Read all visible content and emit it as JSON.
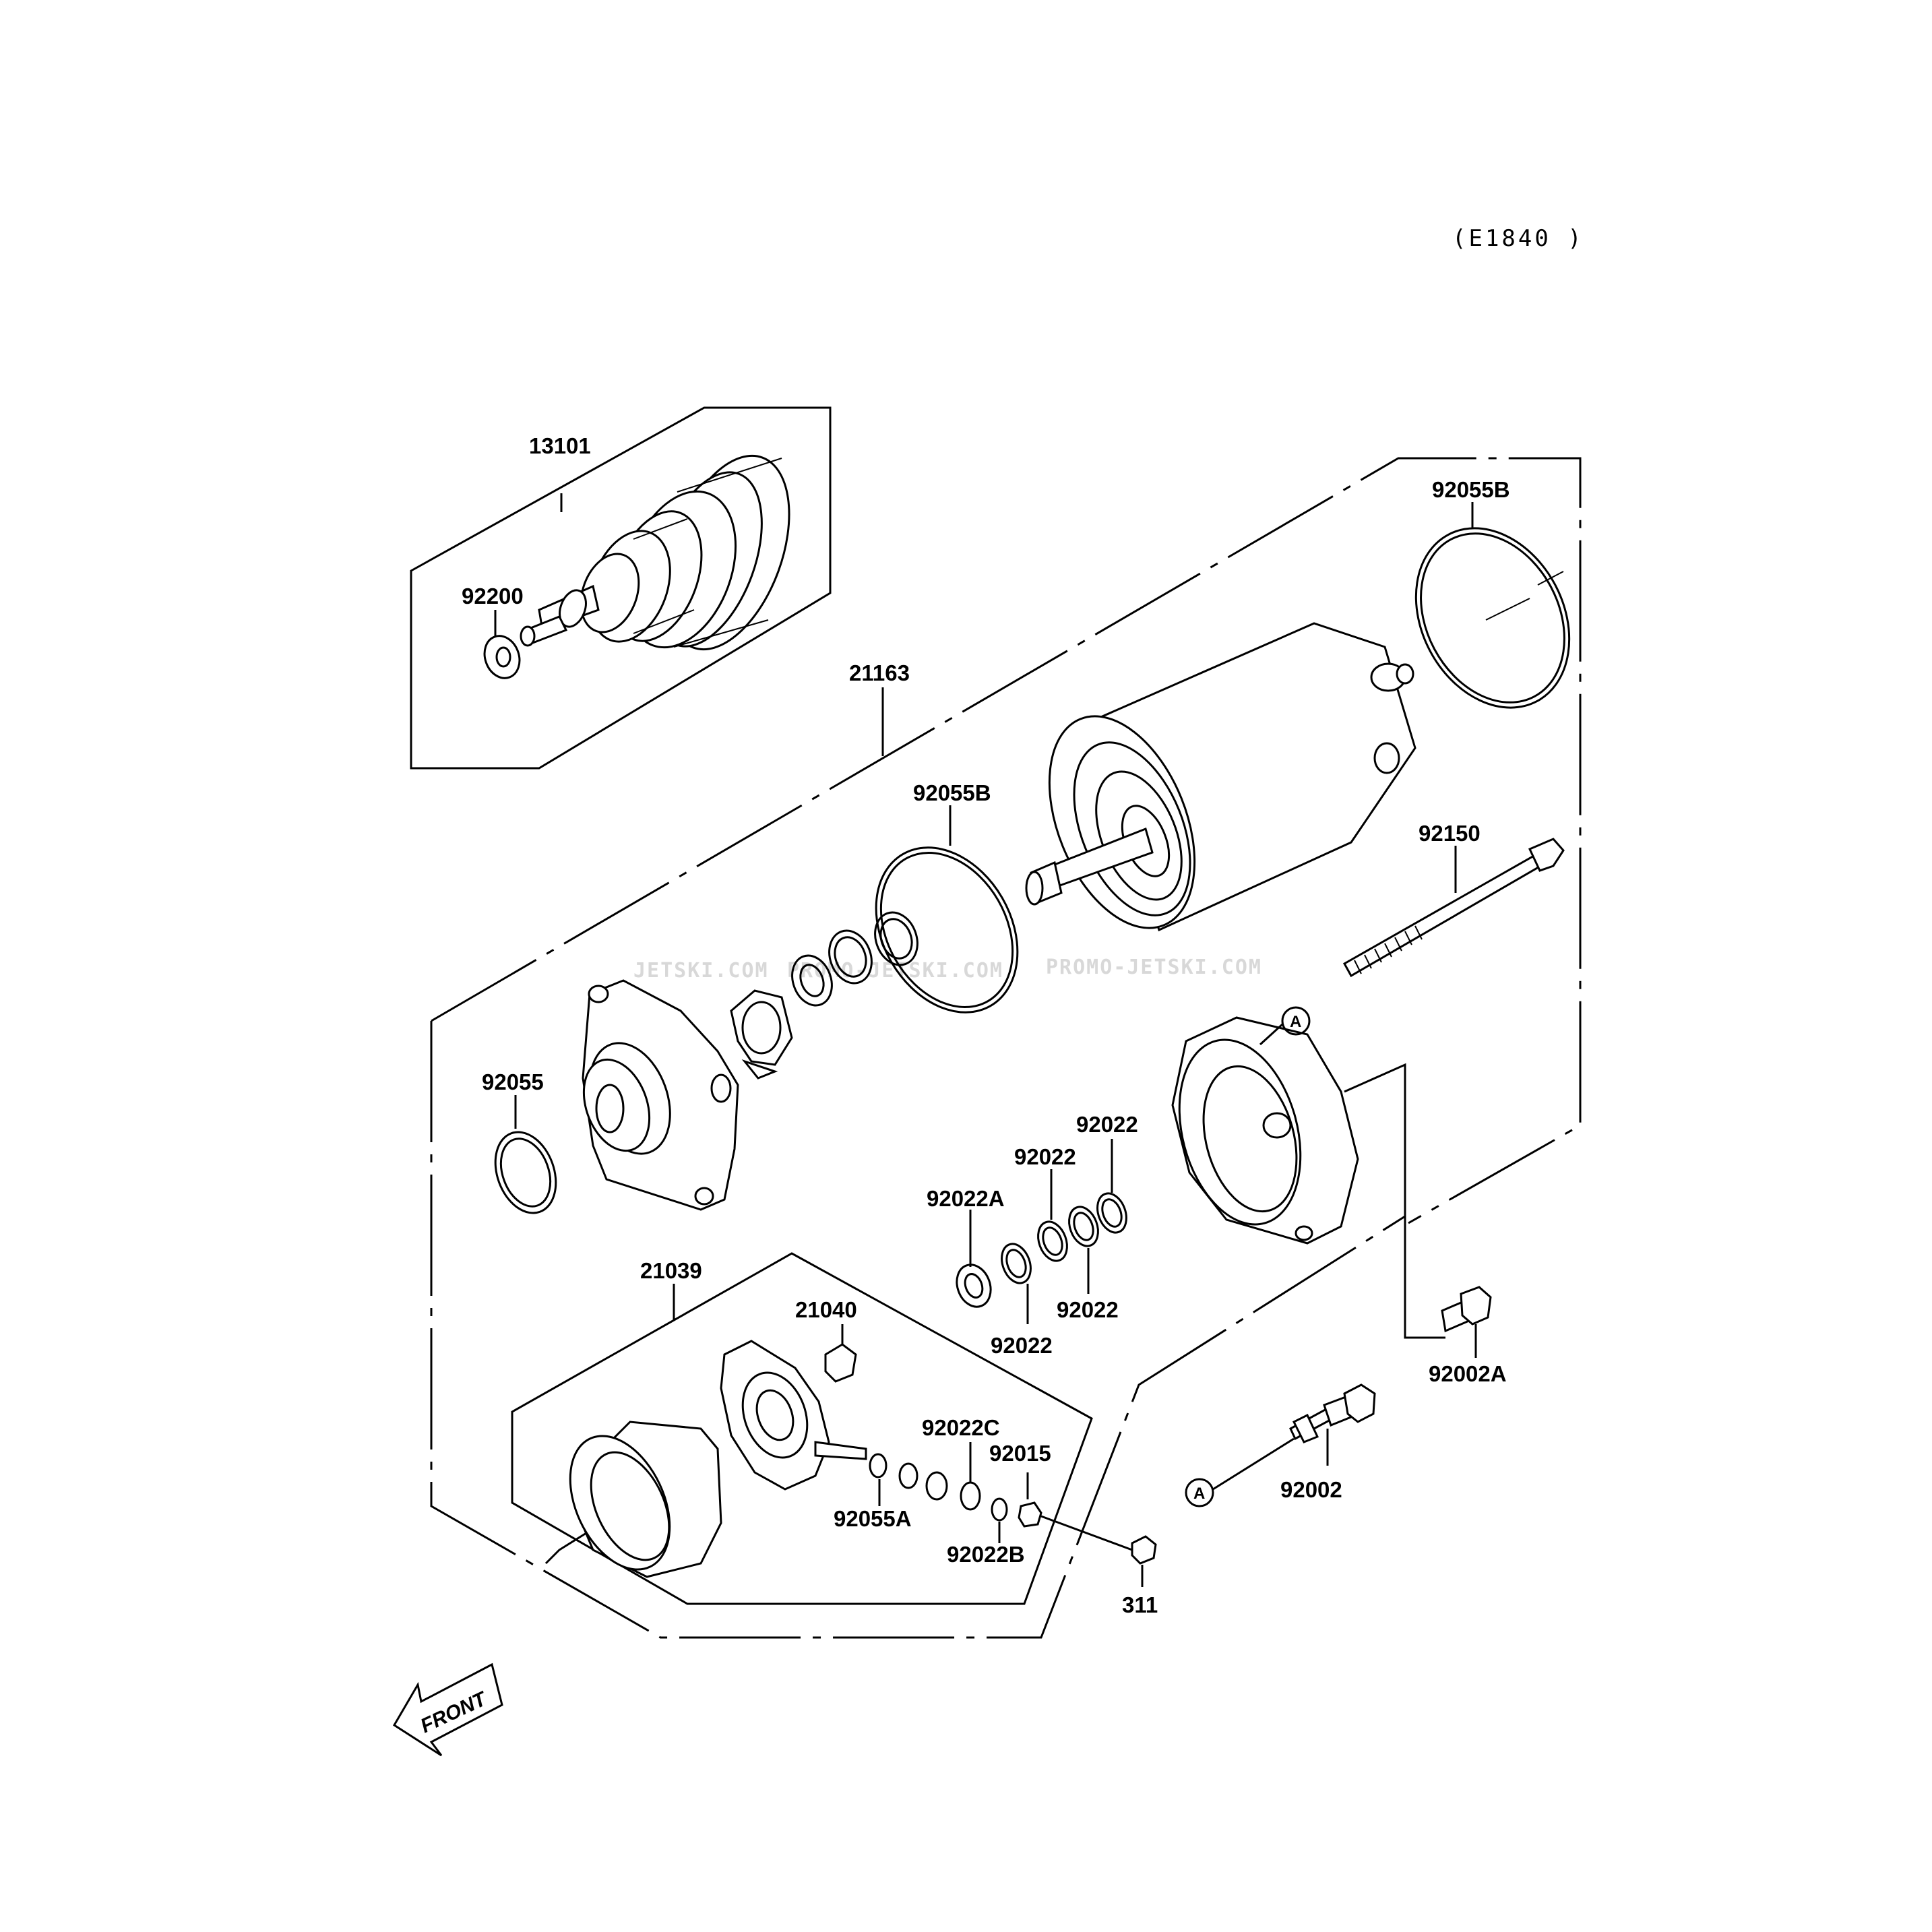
{
  "figure_code": "(E1840 )",
  "watermark": {
    "left": "JETSKI.COM",
    "middle": "PROMO-JETSKI.COM",
    "right": "PROMO-JETSKI.COM"
  },
  "front_arrow_label": "FRONT",
  "reference_mark": "A",
  "parts": {
    "p13101": "13101",
    "p92200": "92200",
    "p21163": "21163",
    "p92055B_top": "92055B",
    "p92055B_mid": "92055B",
    "p92150": "92150",
    "p92055": "92055",
    "p92022_a": "92022",
    "p92022_b": "92022",
    "p92022A": "92022A",
    "p92022_c": "92022",
    "p92022_d": "92022",
    "p21039": "21039",
    "p21040": "21040",
    "p92022C": "92022C",
    "p92015": "92015",
    "p92055A": "92055A",
    "p92022B": "92022B",
    "p311": "311",
    "p92002A": "92002A",
    "p92002": "92002"
  }
}
